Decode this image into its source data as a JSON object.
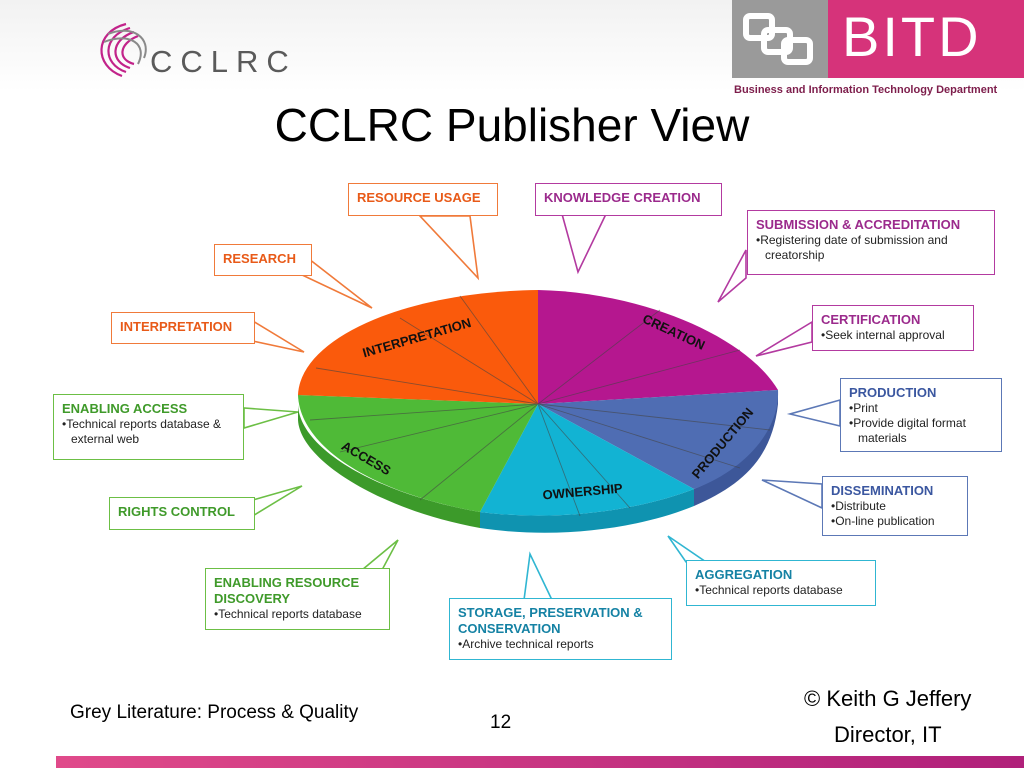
{
  "header": {
    "cclrc_logo_text": "CCLRC",
    "bitd_logo_text": "BITD",
    "bitd_subtitle": "Business and Information Technology Department",
    "title": "CCLRC Publisher View"
  },
  "pie": {
    "sectors": [
      {
        "label": "CREATION",
        "color": "#b5178f"
      },
      {
        "label": "PRODUCTION",
        "color": "#4f6db3"
      },
      {
        "label": "OWNERSHIP",
        "color": "#12b3d3"
      },
      {
        "label": "ACCESS",
        "color": "#4fba37"
      },
      {
        "label": "INTERPRETATION",
        "color": "#fa5a0c"
      }
    ]
  },
  "callouts": {
    "resource_usage": {
      "title": "RESOURCE USAGE"
    },
    "knowledge_creation": {
      "title": "KNOWLEDGE CREATION"
    },
    "research": {
      "title": "RESEARCH"
    },
    "interpretation": {
      "title": "INTERPRETATION"
    },
    "submission": {
      "title": "SUBMISSION & ACCREDITATION",
      "bullets": [
        "Registering date of submission and creatorship"
      ]
    },
    "certification": {
      "title": "CERTIFICATION",
      "bullets": [
        "Seek internal approval"
      ]
    },
    "production": {
      "title": "PRODUCTION",
      "bullets": [
        "Print",
        "Provide digital format materials"
      ]
    },
    "dissemination": {
      "title": "DISSEMINATION",
      "bullets": [
        "Distribute",
        "On-line publication"
      ]
    },
    "aggregation": {
      "title": "AGGREGATION",
      "bullets": [
        "Technical reports database"
      ]
    },
    "storage": {
      "title": "STORAGE, PRESERVATION & CONSERVATION",
      "bullets": [
        "Archive technical reports"
      ]
    },
    "enabling_discovery": {
      "title": "ENABLING RESOURCE DISCOVERY",
      "bullets": [
        "Technical reports database"
      ]
    },
    "rights_control": {
      "title": "RIGHTS CONTROL"
    },
    "enabling_access": {
      "title": "ENABLING ACCESS",
      "bullets": [
        "Technical reports database & external web"
      ]
    }
  },
  "footer": {
    "left": "Grey Literature: Process & Quality",
    "page_number": "12",
    "copyright": "© Keith G Jeffery",
    "role": "Director, IT"
  }
}
